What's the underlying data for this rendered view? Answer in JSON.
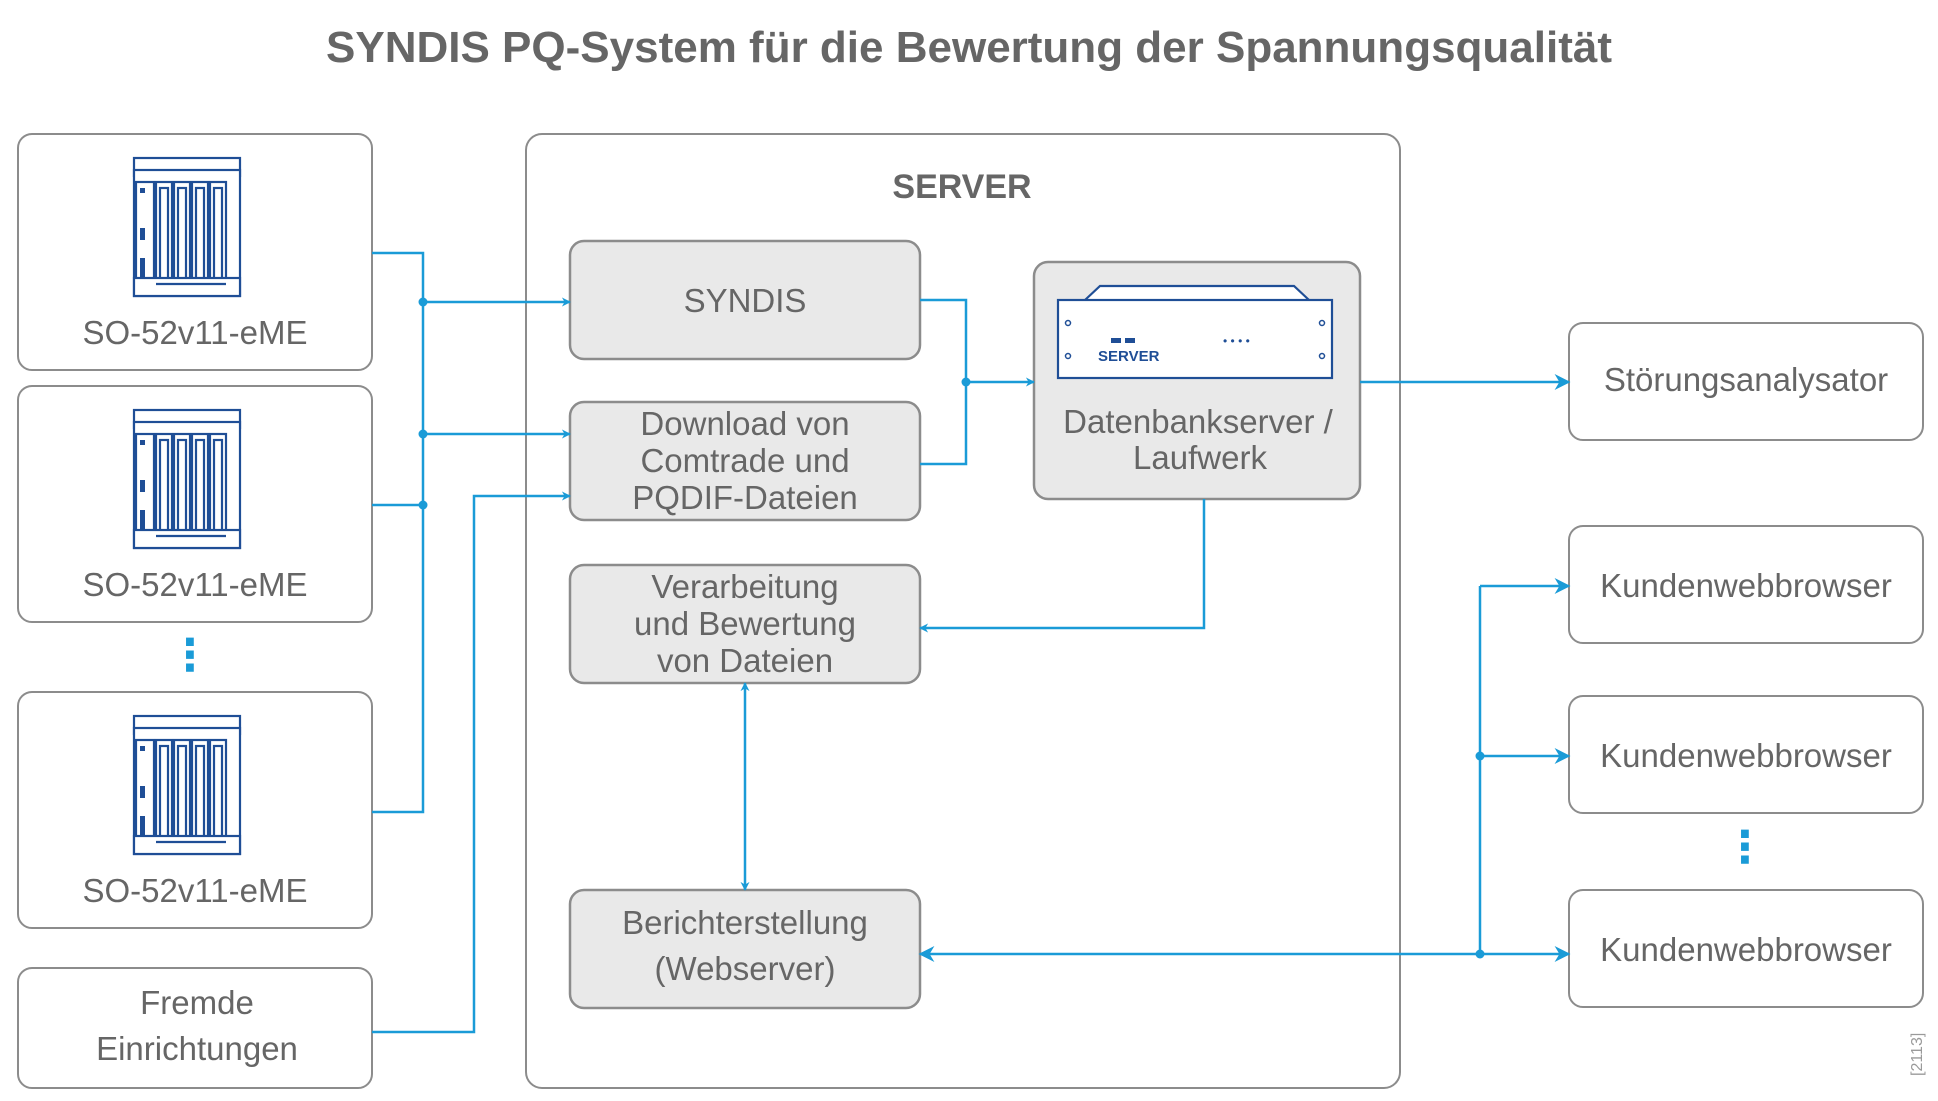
{
  "title": "SYNDIS PQ-System für die Bewertung der Spannungsqualität",
  "server": {
    "label": "SERVER",
    "syndis": "SYNDIS",
    "download": [
      "Download von",
      "Comtrade und",
      "PQDIF-Dateien"
    ],
    "processing": [
      "Verarbeitung",
      "und Bewertung",
      "von Dateien"
    ],
    "reporting": [
      "Berichterstellung",
      "(Webserver)"
    ],
    "database": [
      "Datenbankserver /",
      "Laufwerk"
    ],
    "server_icon_label": "SERVER",
    "server_icon_dots": "• • • •"
  },
  "devices": [
    "SO-52v11-eME",
    "SO-52v11-eME",
    "SO-52v11-eME"
  ],
  "devices_ellipsis": "⋮",
  "foreign": [
    "Fremde",
    "Einrichtungen"
  ],
  "analyzer": "Störungsanalysator",
  "browsers": [
    "Kundenwebbrowser",
    "Kundenwebbrowser",
    "Kundenwebbrowser"
  ],
  "browsers_ellipsis": "⋮",
  "figure_ref": "[2113]",
  "colors": {
    "flow": "#1a9bd7",
    "device": "#1f4e96",
    "text": "#666666",
    "box_fill": "#e9e9e9",
    "border": "#8c8c8c"
  }
}
